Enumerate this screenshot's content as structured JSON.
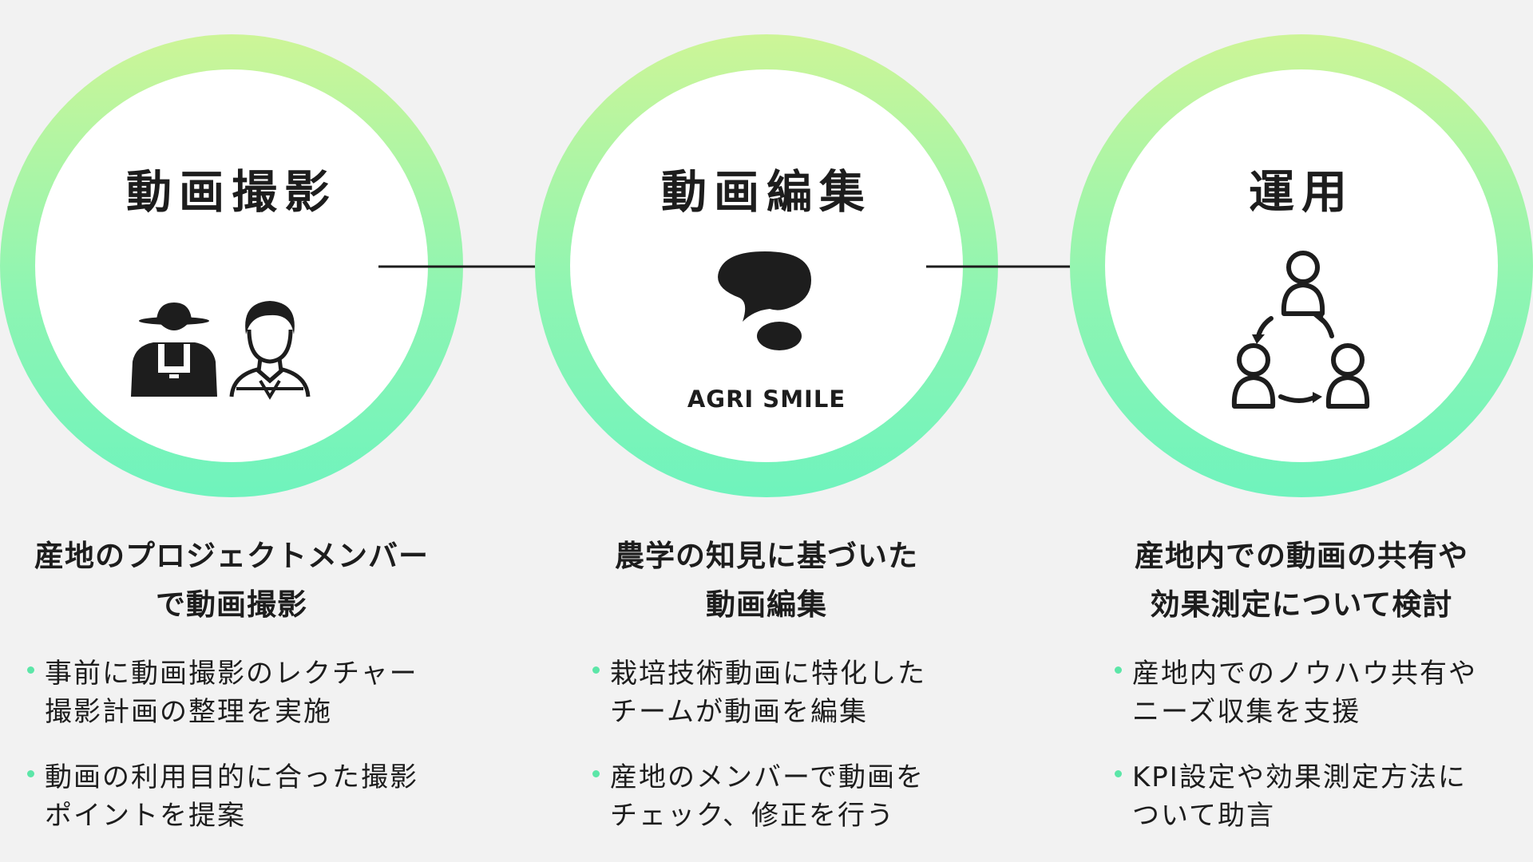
{
  "steps": [
    {
      "ring_title": "動画撮影",
      "heading_lines": [
        "産地のプロジェクトメンバー",
        "で動画撮影"
      ],
      "bullets": [
        {
          "lines": [
            "事前に動画撮影のレクチャー",
            "撮影計画の整理を実施"
          ]
        },
        {
          "lines": [
            "動画の利用目的に合った撮影",
            "ポイントを提案"
          ]
        }
      ],
      "icons": [
        "farmer-icon",
        "person-icon"
      ]
    },
    {
      "ring_title": "動画編集",
      "logo_text": "AGRI SMILE",
      "heading_lines": [
        "農学の知見に基づいた",
        "動画編集"
      ],
      "bullets": [
        {
          "lines": [
            "栽培技術動画に特化した",
            "チームが動画を編集"
          ]
        },
        {
          "lines": [
            "産地のメンバーで動画を",
            "チェック、修正を行う"
          ]
        }
      ],
      "icons": [
        "agri-smile-logo"
      ]
    },
    {
      "ring_title": "運用",
      "heading_lines": [
        "産地内での動画の共有や",
        "効果測定について検討"
      ],
      "bullets": [
        {
          "lines": [
            "産地内でのノウハウ共有や",
            "ニーズ収集を支援"
          ]
        },
        {
          "lines": [
            "KPI設定や効果測定方法に",
            "ついて助言"
          ]
        }
      ],
      "icons": [
        "team-cycle-icon"
      ]
    }
  ],
  "colors": {
    "ring_top": "#cdf597",
    "ring_bottom": "#6ff3bd",
    "bullet": "#5ce6a8",
    "text": "#1d1d1d",
    "background": "#f2f2f2"
  }
}
